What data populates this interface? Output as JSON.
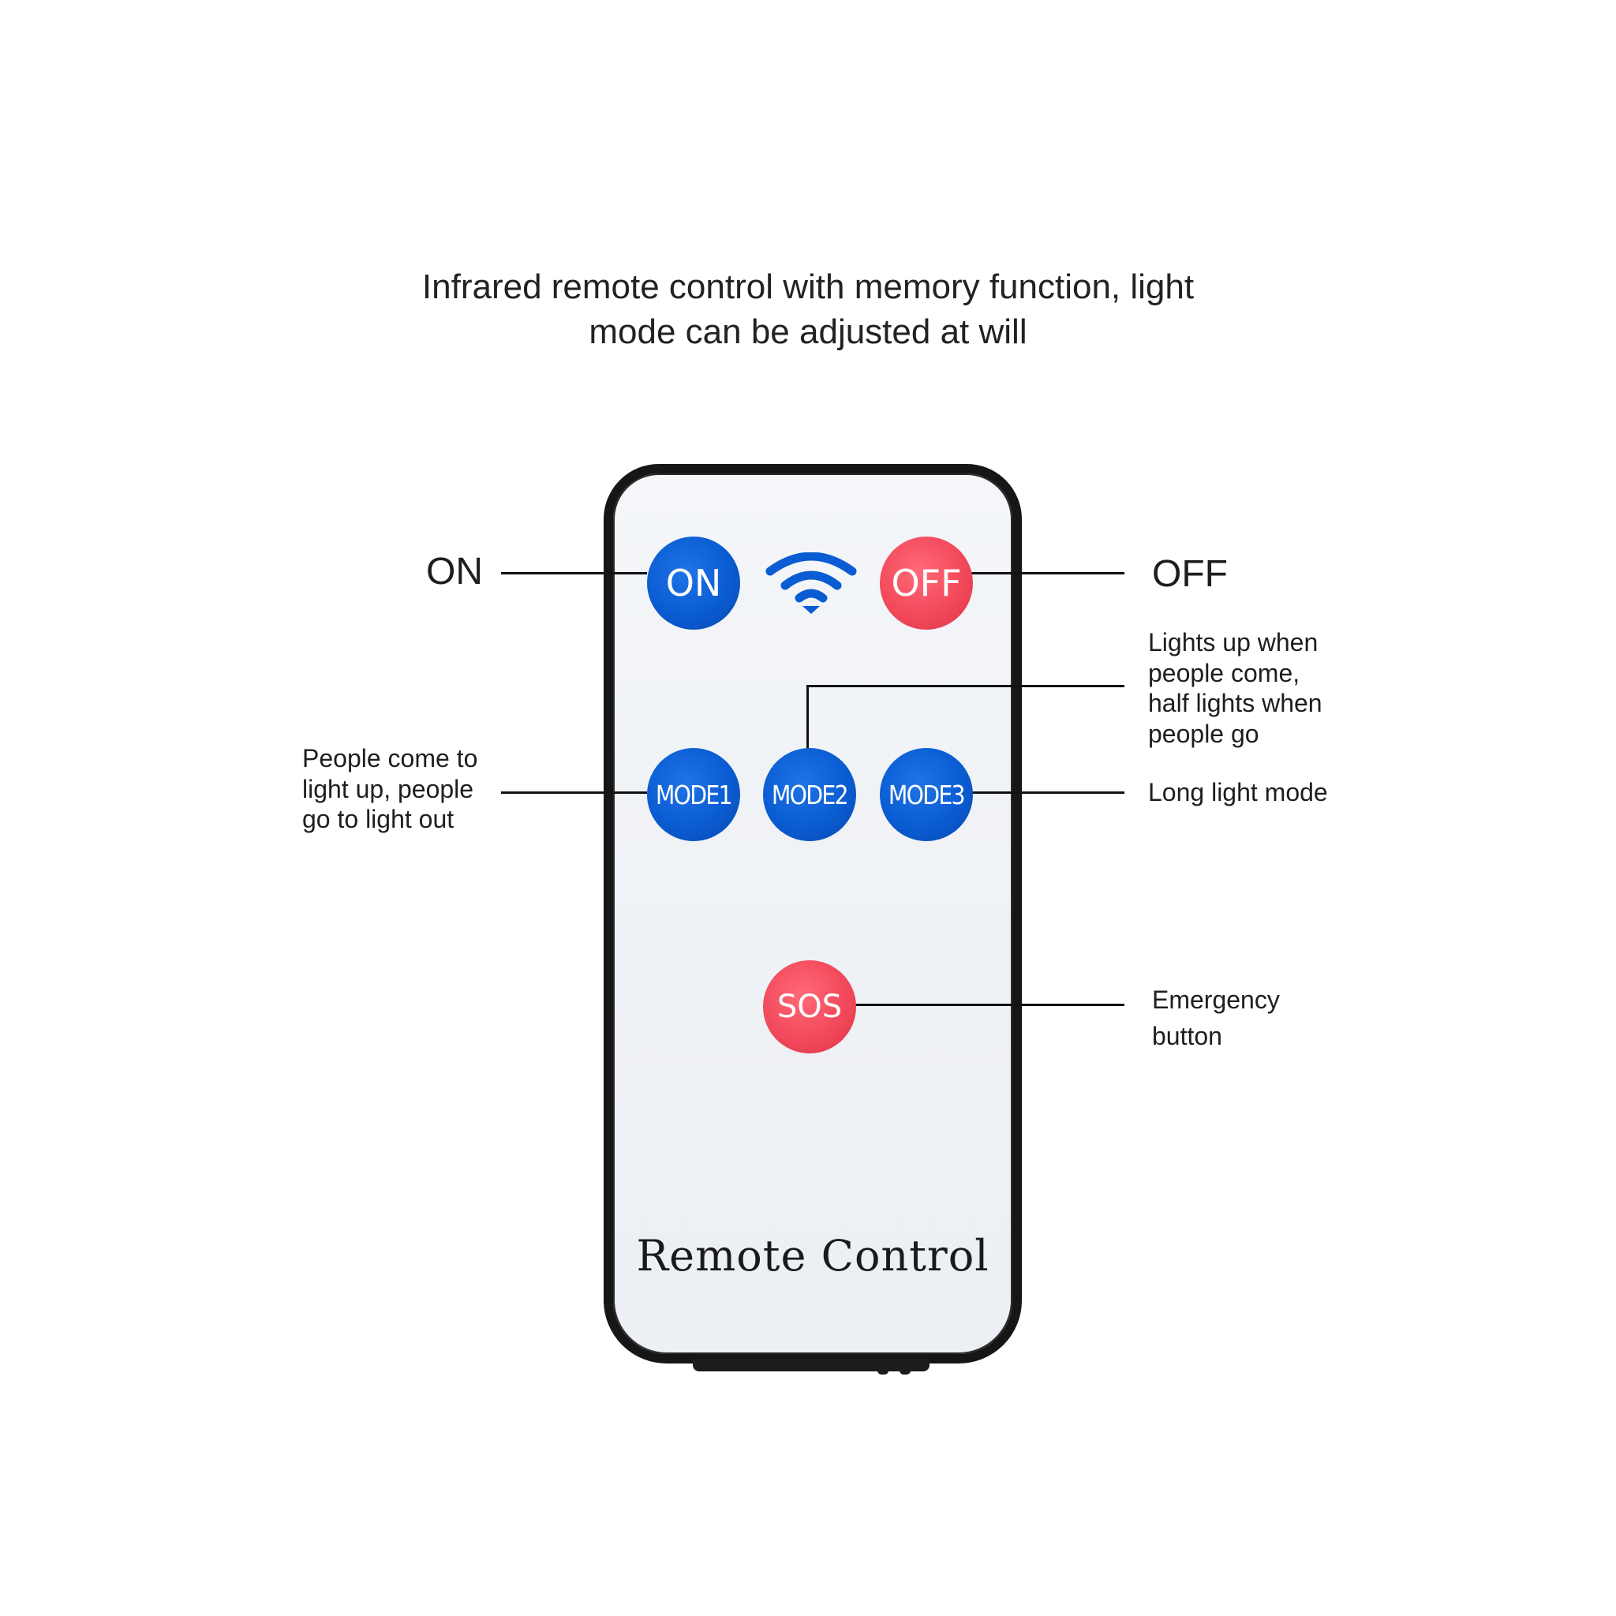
{
  "headline": {
    "line1": "Infrared remote control with memory function, light",
    "line2": "mode can be adjusted at will"
  },
  "remote": {
    "label": "Remote Control",
    "body_color": "#161616",
    "face_color": "#eef1f5"
  },
  "buttons": {
    "on": {
      "label": "ON",
      "color": "#0a5cd2"
    },
    "off": {
      "label": "OFF",
      "color": "#f2495b"
    },
    "mode1": {
      "label": "MODE1",
      "color": "#0a5cd2"
    },
    "mode2": {
      "label": "MODE2",
      "color": "#0a5cd2"
    },
    "mode3": {
      "label": "MODE3",
      "color": "#0a5cd2"
    },
    "sos": {
      "label": "SOS",
      "color": "#f2495b"
    }
  },
  "signal_icon": {
    "name": "wireless-signal-icon",
    "color": "#0a5cd2"
  },
  "callouts": {
    "on": "ON",
    "off": "OFF",
    "mode1": [
      "People come to",
      "light up, people",
      "go to light out"
    ],
    "mode2": [
      "Lights up when",
      "people come,",
      "half lights when",
      "people go"
    ],
    "mode3": "Long light mode",
    "sos": [
      "Emergency",
      "button"
    ]
  }
}
